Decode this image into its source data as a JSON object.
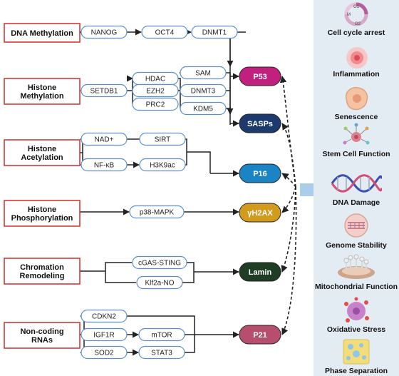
{
  "sources": [
    {
      "id": "dna-methylation",
      "lines": [
        "DNA Methylation"
      ]
    },
    {
      "id": "histone-methylation",
      "lines": [
        "Histone",
        "Methylation"
      ]
    },
    {
      "id": "histone-acetylation",
      "lines": [
        "Histone",
        "Acetylation"
      ]
    },
    {
      "id": "histone-phosphorylation",
      "lines": [
        "Histone",
        "Phosphorylation"
      ]
    },
    {
      "id": "chromatin-remodeling",
      "lines": [
        "Chromation",
        "Remodeling"
      ]
    },
    {
      "id": "non-coding-rnas",
      "lines": [
        "Non-coding",
        "RNAs"
      ]
    }
  ],
  "genes": {
    "nanog": "NANOG",
    "oct4": "OCT4",
    "dnmt1": "DNMT1",
    "setdb1": "SETDB1",
    "hdac": "HDAC",
    "ezh2": "EZH2",
    "prc2": "PRC2",
    "sam": "SAM",
    "dnmt3": "DNMT3",
    "kdm5": "KDM5",
    "nad": "NAD+",
    "sirt": "SIRT",
    "nfkb": "NF-κB",
    "h3k9ac": "H3K9ac",
    "p38": "p38-MAPK",
    "cgas": "cGAS-STING",
    "klf2a": "Klf2a-NO",
    "cdkn2": "CDKN2",
    "igf1r": "IGF1R",
    "mtor": "mTOR",
    "sod2": "SOD2",
    "stat3": "STAT3"
  },
  "targets": [
    {
      "id": "p53",
      "label": "P53",
      "color": "#c2207f"
    },
    {
      "id": "sasps",
      "label": "SASPs",
      "color": "#1d3a6e"
    },
    {
      "id": "p16",
      "label": "P16",
      "color": "#1a84c4"
    },
    {
      "id": "gh2ax",
      "label": "γH2AX",
      "color": "#d39b1d"
    },
    {
      "id": "lamin",
      "label": "Lamin",
      "color": "#1e3d24"
    },
    {
      "id": "p21",
      "label": "P21",
      "color": "#b84e6e"
    }
  ],
  "outcomes": [
    "Cell cycle arrest",
    "Inflammation",
    "Senescence",
    "Stem Cell Function",
    "DNA Damage",
    "Genome Stability",
    "Mitochondrial Function",
    "Oxidative Stress",
    "Phase Separation"
  ],
  "colors": {
    "source_border": "#d23a3a",
    "source_fill": "#ffffff",
    "gene_border": "#5a8ed0",
    "gene_fill": "#ffffff",
    "rail_bg": "#e3ecf3",
    "connector": "#222222",
    "big_arrow": "#aacdeb"
  },
  "icons": [
    "cell-cycle-icon",
    "inflammation-icon",
    "senescence-cell-icon",
    "stem-cell-icon",
    "dna-helix-icon",
    "genome-stability-icon",
    "mitochondria-icon",
    "oxidative-stress-icon",
    "phase-separation-icon"
  ]
}
